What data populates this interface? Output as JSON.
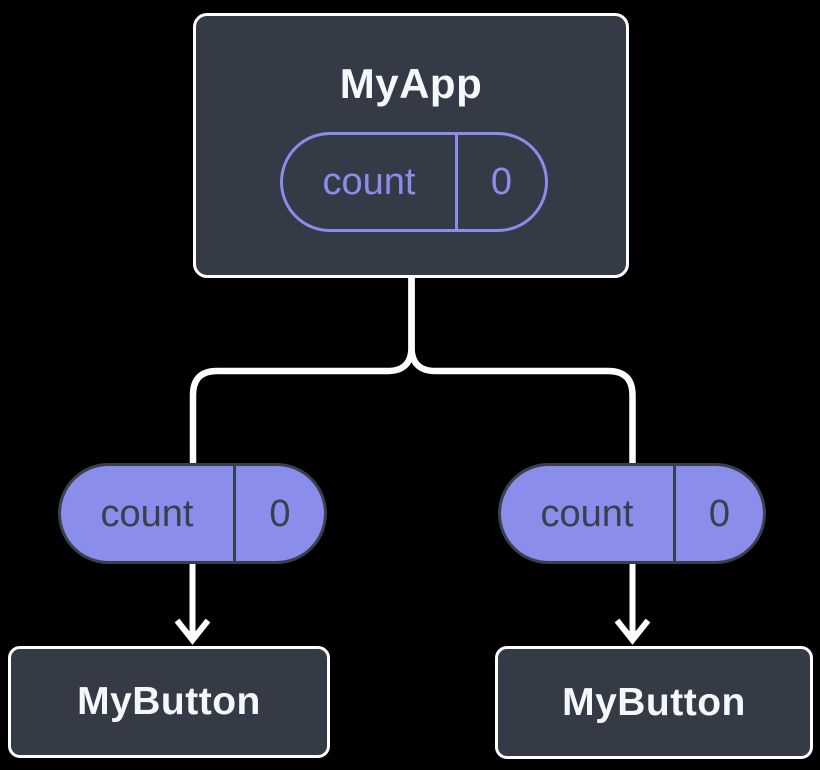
{
  "diagram": {
    "root": {
      "title": "MyApp",
      "state": {
        "label": "count",
        "value": "0"
      }
    },
    "children": [
      {
        "prop": {
          "label": "count",
          "value": "0"
        },
        "title": "MyButton"
      },
      {
        "prop": {
          "label": "count",
          "value": "0"
        },
        "title": "MyButton"
      }
    ]
  },
  "colors": {
    "background": "#000000",
    "node_fill": "#343B47",
    "node_border": "#FFFFFF",
    "accent": "#8A8DE9",
    "ink": "#39404D",
    "connector": "#FFFFFF",
    "text_light": "#F6F7F9"
  }
}
